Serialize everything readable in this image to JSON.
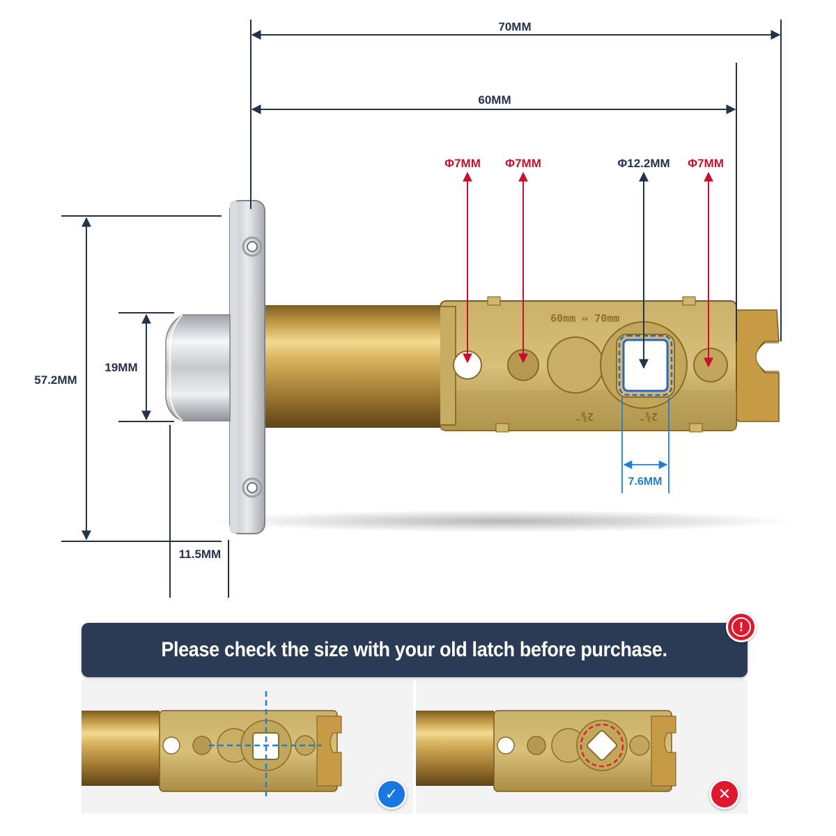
{
  "dimensions": {
    "overall_length": "70MM",
    "backset": "60MM",
    "faceplate_height": "57.2MM",
    "latch_bolt_height": "19MM",
    "latch_bolt_depth": "11.5MM",
    "square_hole_side": "7.6MM"
  },
  "holes": {
    "hole_1": "Φ7MM",
    "hole_2": "Φ7MM",
    "center_hole": "Φ12.2MM",
    "hole_4": "Φ7MM"
  },
  "engraving": {
    "backset_adjust": "60mm ⇔ 70mm",
    "fraction_1": "2⅜″",
    "fraction_2": "2¾″"
  },
  "notice": {
    "text": "Please check the size with your old latch before purchase.",
    "icon": "exclamation-icon"
  },
  "comparison": {
    "correct_icon": "check-icon",
    "wrong_icon": "cross-icon"
  },
  "colors": {
    "dimension": "#26324a",
    "hole_label": "#c8102e",
    "square_label": "#1e7fd6",
    "banner": "#2b3a55",
    "correct": "#1877e0",
    "wrong": "#e0182d"
  }
}
